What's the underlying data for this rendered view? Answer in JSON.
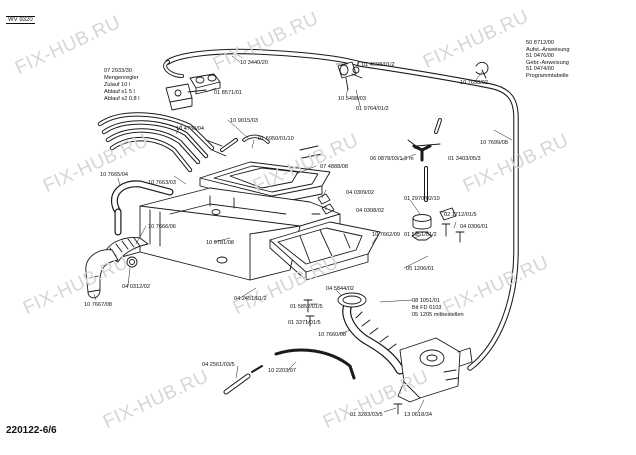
{
  "diagram": {
    "model": "WV 9320",
    "diagram_no": "220122-6/6",
    "watermark": "FIX-HUB.RU",
    "notes": [
      "50 8712/00",
      "Aufst.-Anweisung",
      "51 0476/00",
      "Gebr.-Anweisung",
      "51 0474/00",
      "Programmtabelle"
    ],
    "parts": [
      "07 2933/30",
      "Mengenregler",
      "Zulauf 10 l",
      "Ablauf s1 5 l",
      "Ablauf s2 0,8 l",
      "10 3440/20",
      "01 4698/01/2",
      "10 5498/03",
      "01 9764/01/2",
      "10 7658/02",
      "01 8571/01",
      "10 9015/03",
      "10 4730/04",
      "01 5950/01/10",
      "07 4888/08",
      "10 7699/08",
      "06 0878/03/1,5 m",
      "01 3403/05/3",
      "10 7665/04",
      "10 7663/03",
      "04 0309/02",
      "04 0308/02",
      "01 2970/02/10",
      "02 1712/01/5",
      "04 0306/01",
      "10 7666/06",
      "01 5951/01/2",
      "10 7662/09",
      "05 1206/01",
      "04 0312/02",
      "10 9781/08",
      "04 5844/02",
      "10 7667/08",
      "04 2451/01/2",
      "01 5852/01/5",
      "08 1051/01",
      "Bit FD 6103",
      "05 1205 mitbestellen",
      "01 3371/01/5",
      "10 7660/08",
      "04 2561/03/5",
      "10 2203/07",
      "01 3283/03/5",
      "13 0618/34"
    ]
  }
}
